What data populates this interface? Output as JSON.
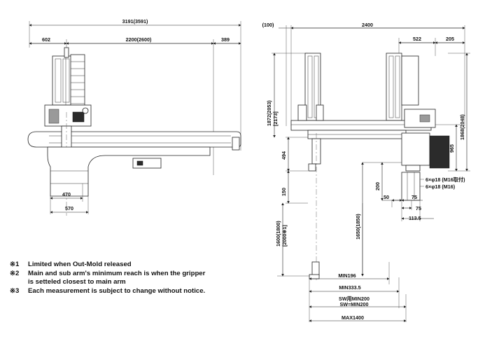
{
  "left_view": {
    "overall": "3191(3591)",
    "left_part": "602",
    "middle_part": "2200(2600)",
    "right_part": "389",
    "base_inner": "470",
    "base_outer": "570"
  },
  "right_view": {
    "top_offset": "(100)",
    "overall": "2400",
    "top_right_a": "522",
    "top_right_b": "205",
    "height_left": "1872(2053)",
    "height_left_alt": "[2173]",
    "height_right": "1868(2048)",
    "dim_965": "965",
    "dim_494": "494",
    "dim_150": "150",
    "dim_200": "200",
    "dim_50": "50",
    "dim_75a": "75",
    "dim_75b": "75",
    "dim_113": "113.5",
    "hole_a": "6×φ18 (M16取付)",
    "hole_b": "6×φ18 (M16)",
    "stroke_main": "1600(1800)",
    "stroke_main_alt": "[2000※1]",
    "stroke_sub": "1650(1850)",
    "min196": "MIN196",
    "min333": "MIN333.5",
    "sw_min_a": "SW用MIN200",
    "sw_min_b": "SW=MIN200",
    "max1400": "MAX1400"
  },
  "notes": [
    {
      "mark": "※1",
      "text": "Limited when Out-Mold released"
    },
    {
      "mark": "※2",
      "text": "Main and sub arm's minimum reach is when the gripper\nis setteled closest to main arm"
    },
    {
      "mark": "※3",
      "text": "Each measurement is subject to change without notice."
    }
  ]
}
